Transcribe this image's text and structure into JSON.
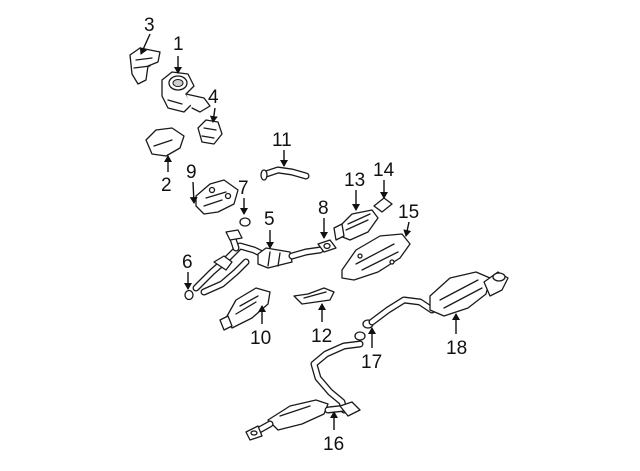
{
  "diagram": {
    "callouts": [
      "1",
      "2",
      "3",
      "4",
      "5",
      "6",
      "7",
      "8",
      "9",
      "10",
      "11",
      "12",
      "13",
      "14",
      "15",
      "16",
      "17",
      "18"
    ],
    "colors": {
      "line": "#1a1a1a",
      "shade": "#cfcfcf",
      "background": "#ffffff"
    }
  }
}
